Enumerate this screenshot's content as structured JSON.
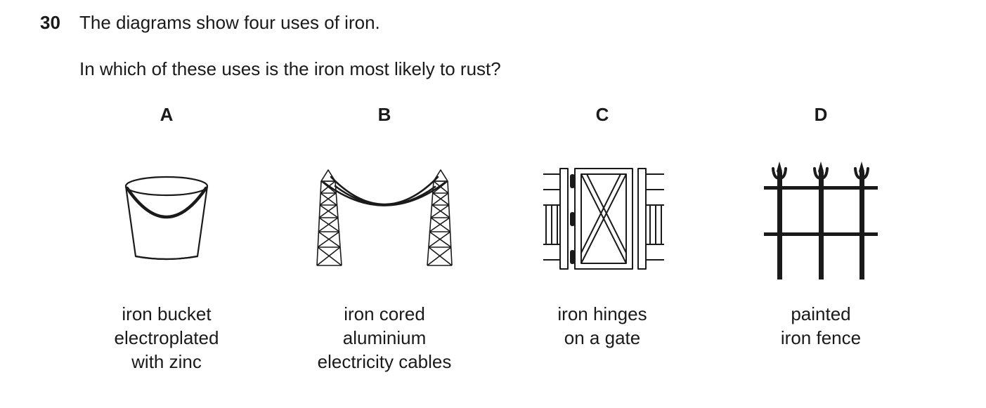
{
  "question": {
    "number": "30",
    "stem": "The diagrams show four uses of iron.",
    "prompt": "In which of these uses is the iron most likely to rust?"
  },
  "options": [
    {
      "letter": "A",
      "icon": "bucket-icon",
      "caption_lines": [
        "iron bucket",
        "electroplated",
        "with zinc"
      ]
    },
    {
      "letter": "B",
      "icon": "pylon-cables-icon",
      "caption_lines": [
        "iron cored",
        "aluminium",
        "electricity cables"
      ]
    },
    {
      "letter": "C",
      "icon": "gate-hinges-icon",
      "caption_lines": [
        "iron hinges",
        "on a gate"
      ]
    },
    {
      "letter": "D",
      "icon": "fence-icon",
      "caption_lines": [
        "painted",
        "iron fence"
      ]
    }
  ]
}
